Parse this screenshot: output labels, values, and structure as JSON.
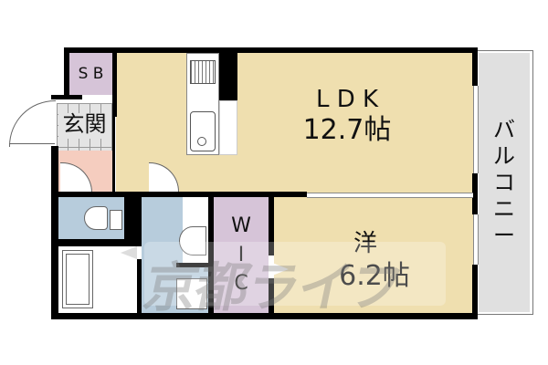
{
  "floorplan": {
    "rooms": {
      "sb": {
        "label": "S B",
        "color": "#d6c4d8"
      },
      "entrance": {
        "label": "玄関",
        "color": "#e4e4e4"
      },
      "ldk": {
        "label": "L D K",
        "area": "12.7帖",
        "color": "#efdfaf"
      },
      "western": {
        "label": "洋",
        "area": "6.2帖",
        "color": "#efdfaf"
      },
      "wic": {
        "label_w": "W",
        "label_i": "I",
        "label_c": "C",
        "color": "#d6c4d8"
      },
      "balcony": {
        "label": "バルコニー",
        "color": "#e0e0e0"
      },
      "toilet": {
        "color": "#b7ccdc"
      },
      "washroom": {
        "color": "#b7ccdc"
      },
      "hall": {
        "color": "#f5cdbf"
      },
      "bath": {
        "color": "#ffffff"
      }
    },
    "watermark": {
      "text": "京都ライフ"
    }
  }
}
